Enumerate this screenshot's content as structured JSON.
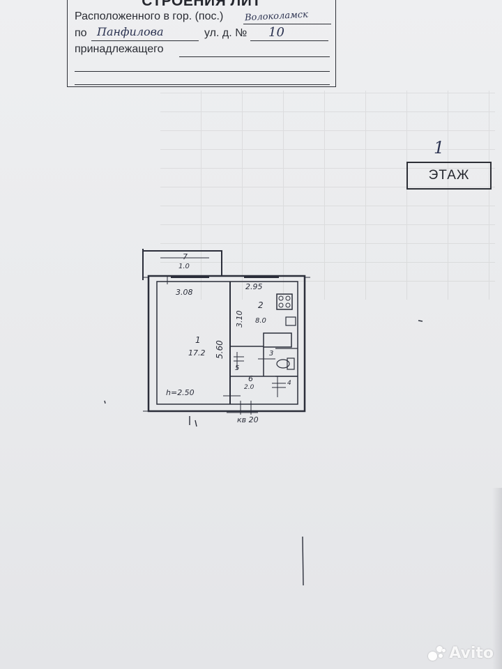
{
  "stamp": {
    "title": "СТРОЕНИЯ ЛИТ",
    "line1_label": "Расположенного в гор. (пос.)",
    "line1_value": "Волоколамск",
    "line2_prefix": "по",
    "line2_value": "Панфилова",
    "line2_label": "ул. д. №",
    "line2_house": "10",
    "line3_label": "принадлежащего"
  },
  "floor": {
    "number": "1",
    "label": "ЭТАЖ"
  },
  "plan": {
    "balcony_num": "7",
    "balcony_area": "1.0",
    "dim_room1_width": "3.08",
    "dim_kitchen_width": "2.95",
    "dim_kitchen_depth": "3.10",
    "dim_length": "5.60",
    "room1_num": "1",
    "room1_area": "17.2",
    "kitchen_num": "2",
    "kitchen_area": "8.0",
    "bath_num": "3",
    "wc_num": "4",
    "closet_num": "5",
    "hall_num": "6",
    "hall_area": "2.0",
    "height_label": "h=2.50",
    "apartment_label": "кв 20"
  },
  "watermark": {
    "text": "Avito"
  }
}
